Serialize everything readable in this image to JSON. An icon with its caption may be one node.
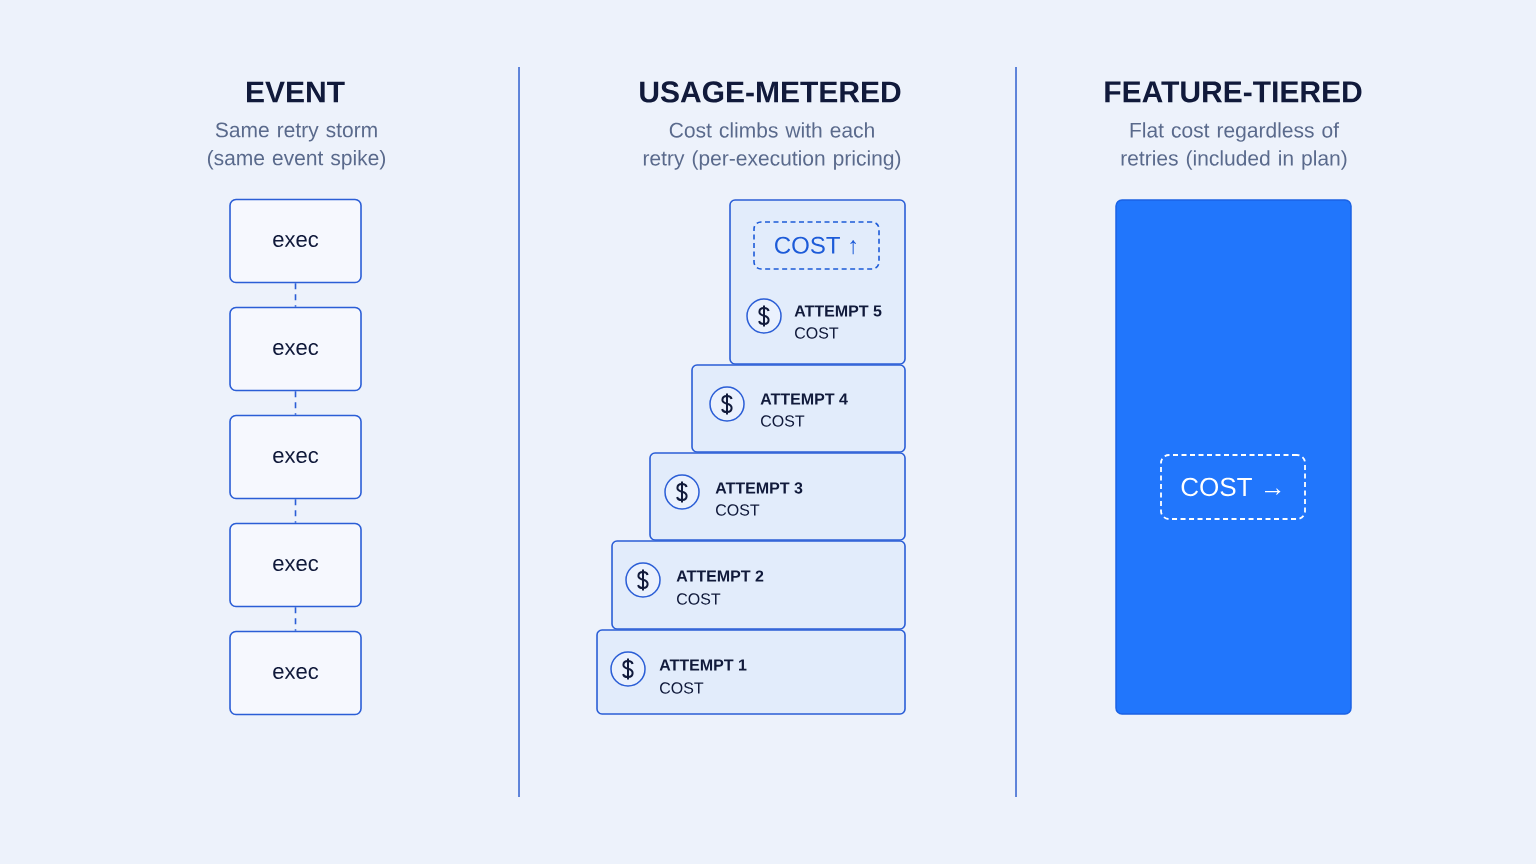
{
  "diagram": {
    "nodes": [
      {
        "text": [
          "exec"
        ]
      },
      {
        "text": [
          "exec"
        ]
      },
      {
        "text": [
          "exec"
        ]
      },
      {
        "text": [
          "exec"
        ]
      },
      {
        "text": [
          "exec"
        ]
      },
      {
        "text": [
          "ATTEMPT 5",
          "COST"
        ]
      },
      {
        "text": [
          "COST ↑"
        ],
        "in": 5
      },
      {
        "text": [
          "ATTEMPT 4",
          "COST"
        ]
      },
      {
        "text": [
          "ATTEMPT 3",
          "COST"
        ]
      },
      {
        "text": [
          "ATTEMPT 2",
          "COST"
        ]
      },
      {
        "text": [
          "ATTEMPT 1",
          "COST"
        ]
      },
      {
        "text": [],
        "shape": "box"
      },
      {
        "text": [
          "COST →"
        ],
        "in": 11
      }
    ],
    "edges": [
      {
        "from": 0,
        "to": 1,
        "arrow": "none",
        "style": "dashed"
      },
      {
        "from": 1,
        "to": 2,
        "arrow": "none",
        "style": "dashed"
      },
      {
        "from": 2,
        "to": 3,
        "arrow": "none",
        "style": "dashed"
      },
      {
        "from": 3,
        "to": 4,
        "arrow": "none",
        "style": "dashed"
      }
    ],
    "labels": [
      "EVENT",
      "Same retry storm (same event spike)",
      "USAGE-METERED",
      "Cost climbs with each retry (per-execution pricing)",
      "FEATURE-TIERED",
      "Flat cost regardless of retries (included in plan)"
    ]
  }
}
